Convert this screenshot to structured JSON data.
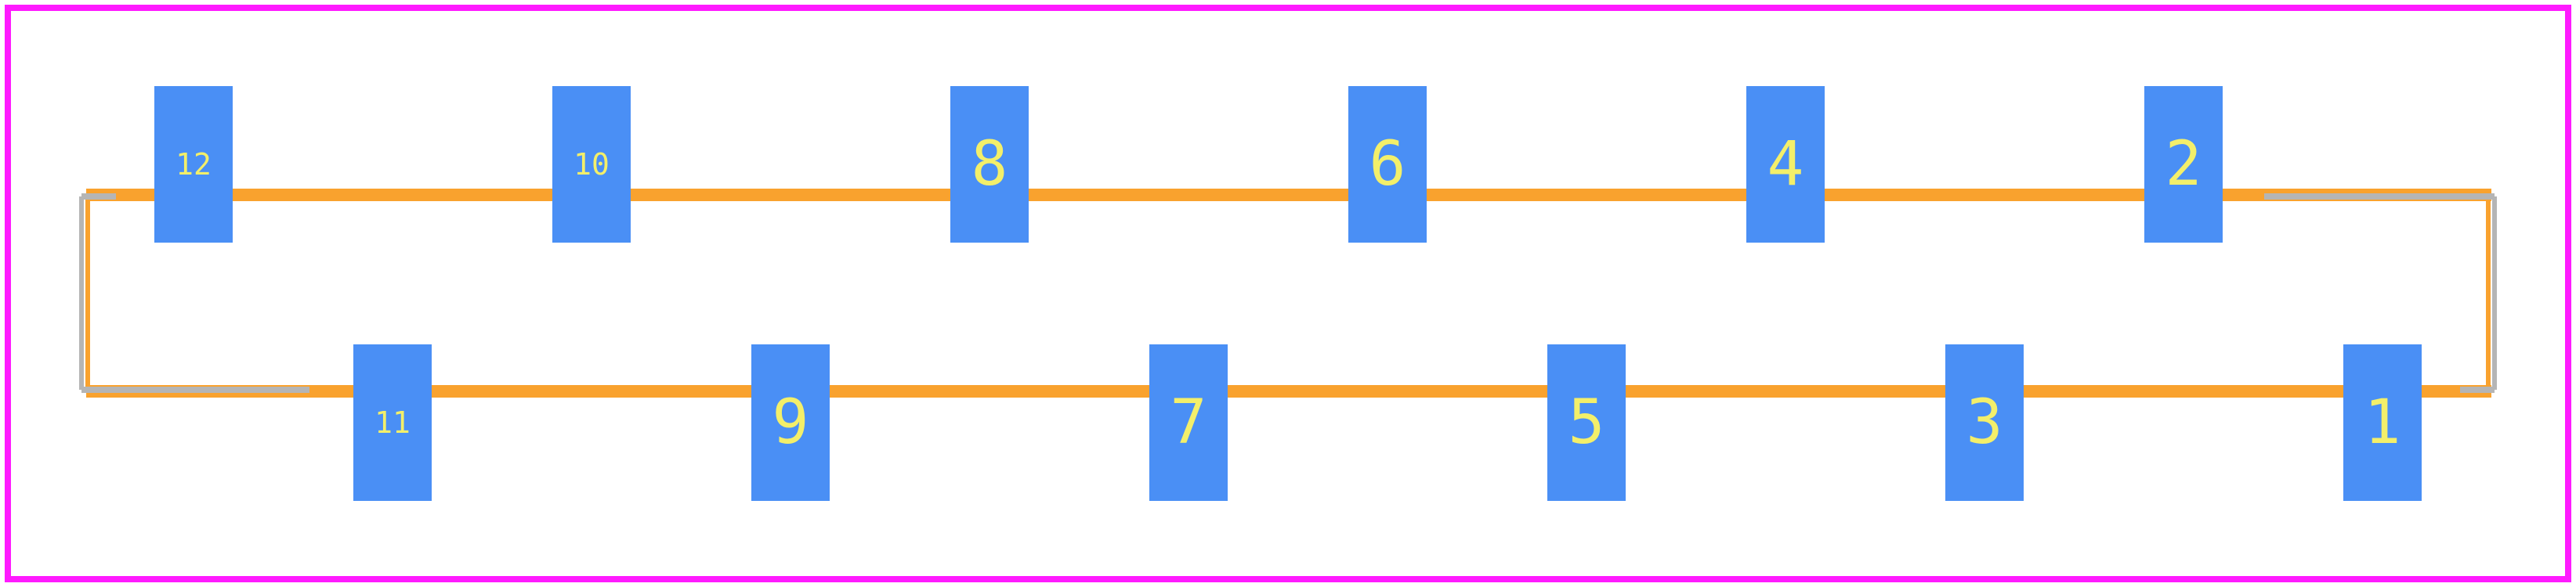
{
  "colors": {
    "board_outline": "#ff1aff",
    "silkscreen": "#f9a22e",
    "courtyard": "#b5b5b5",
    "pad": "#4a8ff5",
    "pad_label": "#f3ef6a"
  },
  "pads": [
    {
      "number": "12",
      "row": "top"
    },
    {
      "number": "10",
      "row": "top"
    },
    {
      "number": "8",
      "row": "top"
    },
    {
      "number": "6",
      "row": "top"
    },
    {
      "number": "4",
      "row": "top"
    },
    {
      "number": "2",
      "row": "top"
    },
    {
      "number": "11",
      "row": "bottom"
    },
    {
      "number": "9",
      "row": "bottom"
    },
    {
      "number": "7",
      "row": "bottom"
    },
    {
      "number": "5",
      "row": "bottom"
    },
    {
      "number": "3",
      "row": "bottom"
    },
    {
      "number": "1",
      "row": "bottom"
    }
  ]
}
